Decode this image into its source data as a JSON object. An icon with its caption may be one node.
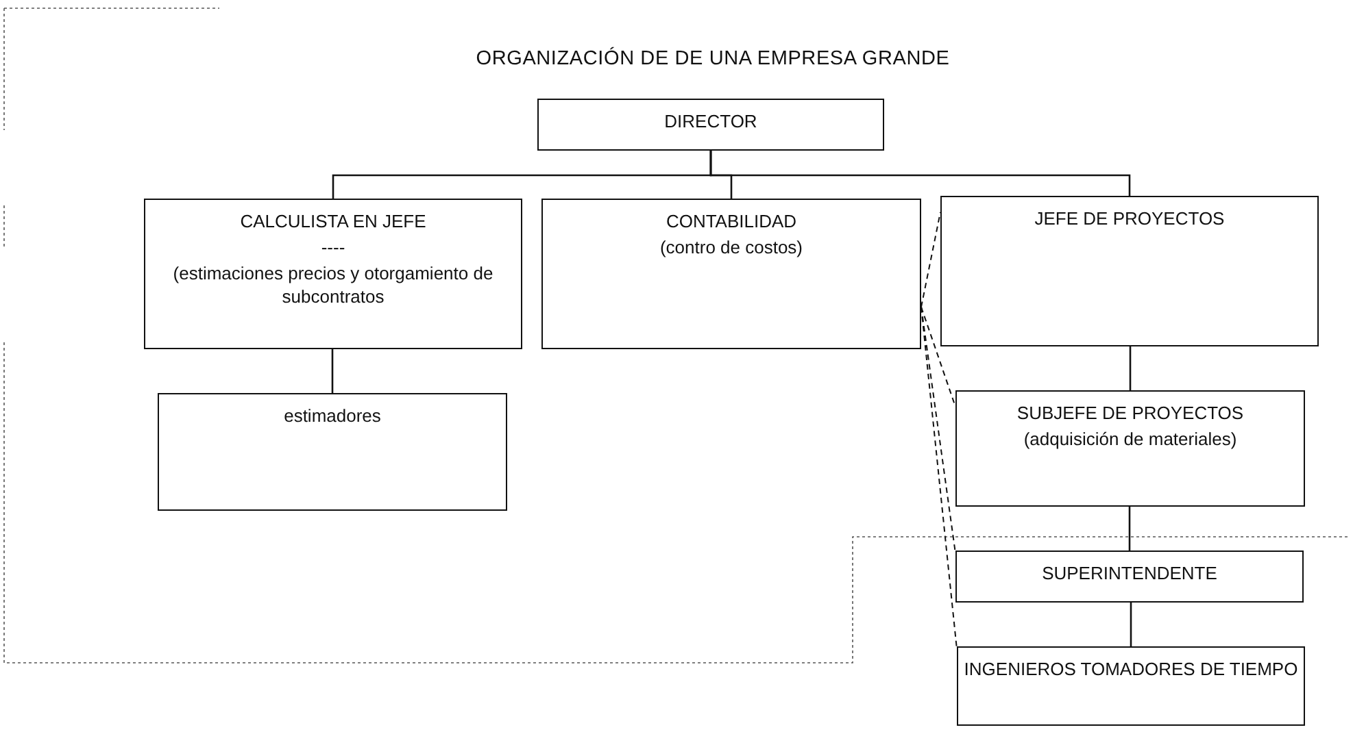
{
  "diagram": {
    "title": "ORGANIZACIÓN DE DE UNA EMPRESA GRANDE",
    "nodes": [
      {
        "text": [
          "DIRECTOR"
        ]
      },
      {
        "text": [
          "CALCULISTA EN JEFE",
          "----",
          "(estimaciones precios y otorgamiento de subcontratos"
        ]
      },
      {
        "text": [
          "CONTABILIDAD",
          "(contro de costos)"
        ]
      },
      {
        "text": [
          "JEFE DE PROYECTOS"
        ]
      },
      {
        "text": [
          "estimadores"
        ]
      },
      {
        "text": [
          "SUBJEFE DE PROYECTOS",
          "(adquisición de materiales)"
        ]
      },
      {
        "text": [
          "SUPERINTENDENTE"
        ]
      },
      {
        "text": [
          "INGENIEROS TOMADORES DE TIEMPO"
        ]
      }
    ],
    "edges": [
      {
        "from": 0,
        "to": 1,
        "arrow": "none"
      },
      {
        "from": 0,
        "to": 2,
        "arrow": "none"
      },
      {
        "from": 0,
        "to": 3,
        "arrow": "none"
      },
      {
        "from": 1,
        "to": 4,
        "arrow": "none"
      },
      {
        "from": 3,
        "to": 5,
        "arrow": "none"
      },
      {
        "from": 5,
        "to": 6,
        "arrow": "none"
      },
      {
        "from": 6,
        "to": 7,
        "arrow": "none"
      },
      {
        "from": 2,
        "to": 3,
        "arrow": "none",
        "style": "dashed"
      },
      {
        "from": 2,
        "to": 5,
        "arrow": "none",
        "style": "dashed"
      },
      {
        "from": 2,
        "to": 6,
        "arrow": "none",
        "style": "dashed"
      },
      {
        "from": 2,
        "to": 7,
        "arrow": "none",
        "style": "dashed"
      }
    ]
  }
}
